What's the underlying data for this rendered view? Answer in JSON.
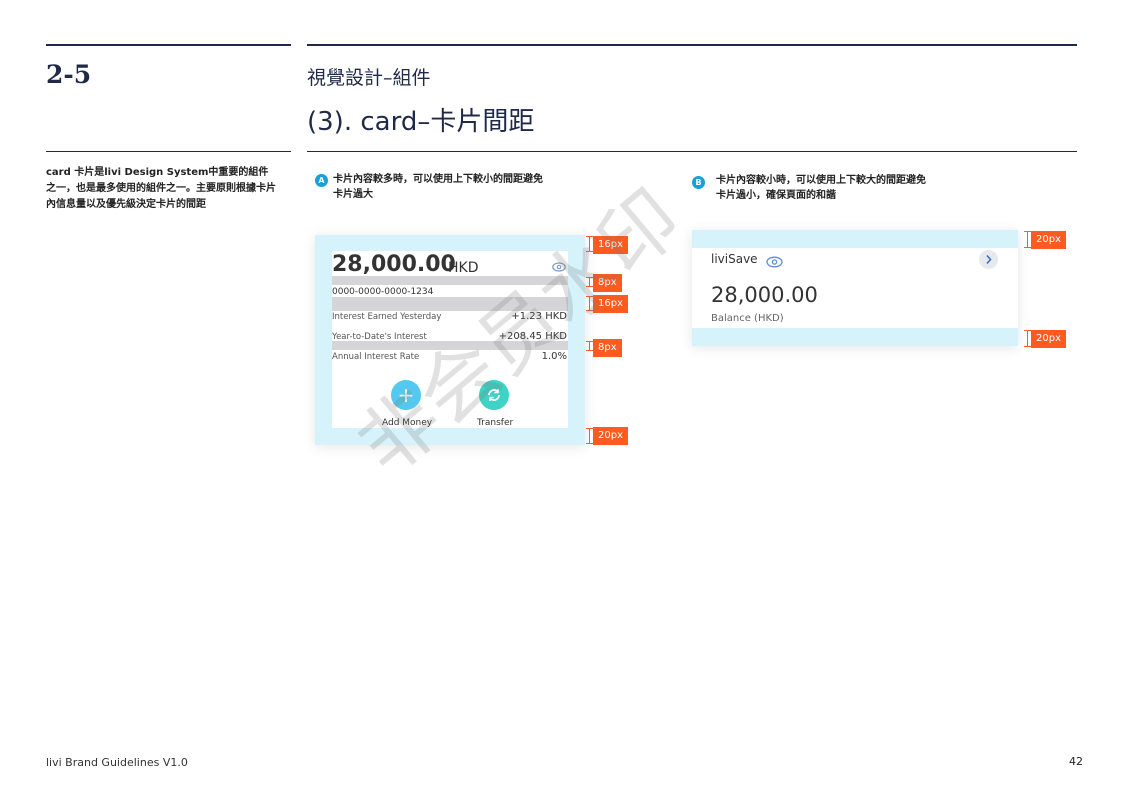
{
  "header": {
    "section_number": "2-5",
    "heading": "視覺設計–組件",
    "title": "(3). card–卡片間距"
  },
  "intro_text": "card 卡片是livi Design System中重要的組件之一，也是最多使用的組件之一。主要原則根據卡片內信息量以及優先級決定卡片的間距",
  "note_a": {
    "badge": "A",
    "line1": "卡片內容較多時，可以使用上下較小的間距避免",
    "line2": "卡片過大"
  },
  "note_b": {
    "badge": "B",
    "line1": "卡片內容較小時，可以使用上下較大的間距避免",
    "line2": "卡片過小，確保頁面的和諧"
  },
  "card_a": {
    "amount": "28,000.00",
    "currency": "HKD",
    "account_number": "0000-0000-0000-1234",
    "rows": [
      {
        "label": "Interest Earned Yesterday",
        "value": "+1.23 HKD"
      },
      {
        "label": "Year-to-Date's Interest",
        "value": "+208.45 HKD"
      },
      {
        "label": "Annual Interest Rate",
        "value": "1.0%"
      }
    ],
    "add_money_label": "Add Money",
    "transfer_label": "Transfer",
    "spacing_tags": [
      "16px",
      "8px",
      "16px",
      "8px",
      "20px"
    ],
    "icons": [
      "eye-icon",
      "plus-icon",
      "refresh-icon"
    ]
  },
  "card_b": {
    "title": "liviSave",
    "amount": "28,000.00",
    "subtitle": "Balance (HKD)",
    "spacing_tags": [
      "20px",
      "20px"
    ],
    "icons": [
      "eye-icon",
      "chevron-right-icon"
    ]
  },
  "watermark": "非会员水印",
  "footer": {
    "brand": "livi Brand Guidelines V1.0",
    "page_number": "42"
  },
  "colors": {
    "navy": "#1f2a48",
    "accent_orange": "#ff5a1f",
    "padding_cyan": "#d6f3fb",
    "badge_blue": "#1aa0d8",
    "add_money_blue": "#54c8ef",
    "transfer_teal": "#3ed3c4"
  }
}
